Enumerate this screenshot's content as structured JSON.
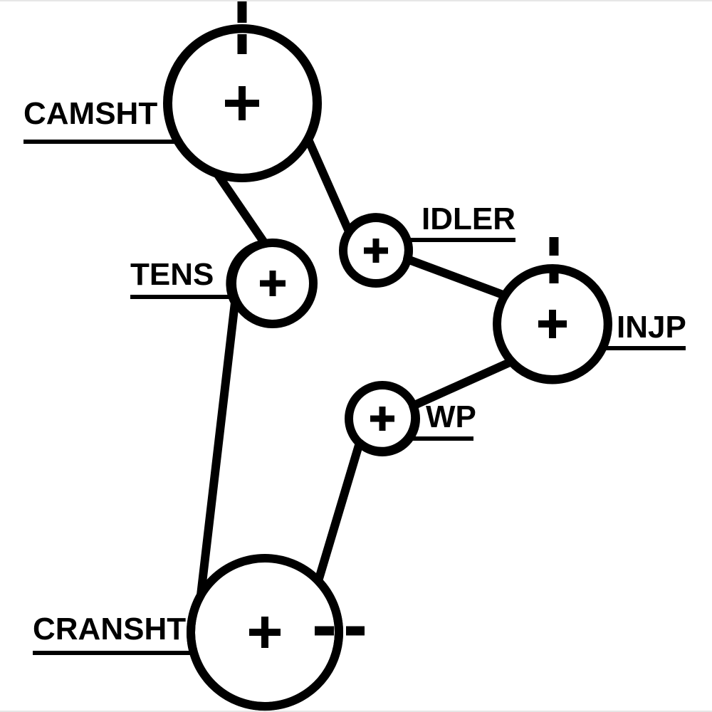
{
  "diagram": {
    "colors": {
      "background": "#ffffff",
      "line": "#000000"
    },
    "pulleys": [
      {
        "id": "camshaft",
        "label": "CAMSHT",
        "timing_mark": true
      },
      {
        "id": "tensioner",
        "label": "TENS",
        "timing_mark": false
      },
      {
        "id": "idler",
        "label": "IDLER",
        "timing_mark": false
      },
      {
        "id": "injection_pump",
        "label": "INJP",
        "timing_mark": true
      },
      {
        "id": "water_pump",
        "label": "WP",
        "timing_mark": false
      },
      {
        "id": "crankshaft",
        "label": "CRANSHT",
        "timing_mark": true
      }
    ]
  }
}
